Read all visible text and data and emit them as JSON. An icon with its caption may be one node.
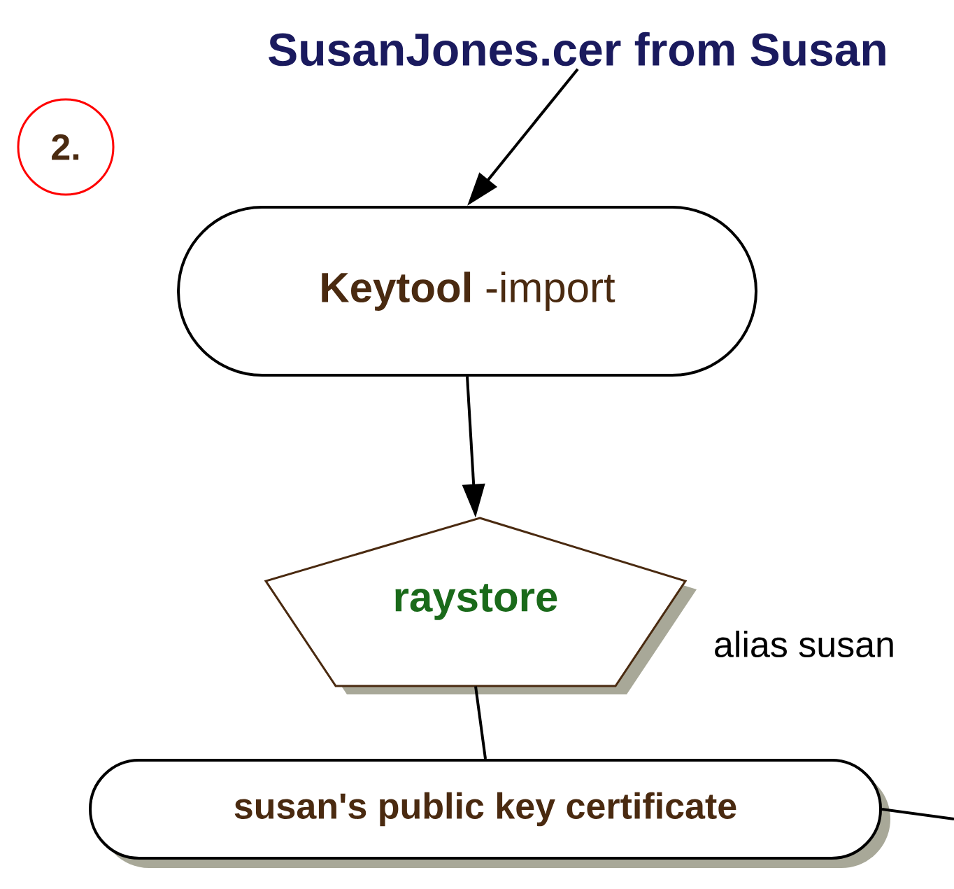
{
  "diagram": {
    "nodes": [
      {
        "text": [
          "SusanJones.cer from Susan"
        ]
      },
      {
        "text": [
          "2."
        ]
      },
      {
        "text": [
          "**Keytool** -import"
        ]
      },
      {
        "text": [
          "raystore"
        ],
        "beside": [
          "alias susan"
        ]
      },
      {
        "text": [
          "susan's public key certificate"
        ]
      }
    ],
    "edges": [
      {
        "from": 0,
        "to": 2,
        "arrow": "to"
      },
      {
        "from": 2,
        "to": 3,
        "arrow": "to"
      },
      {
        "from": 3,
        "to": 4,
        "arrow": "none"
      },
      {
        "from": 4,
        "to": null,
        "arrow": "none"
      }
    ]
  }
}
